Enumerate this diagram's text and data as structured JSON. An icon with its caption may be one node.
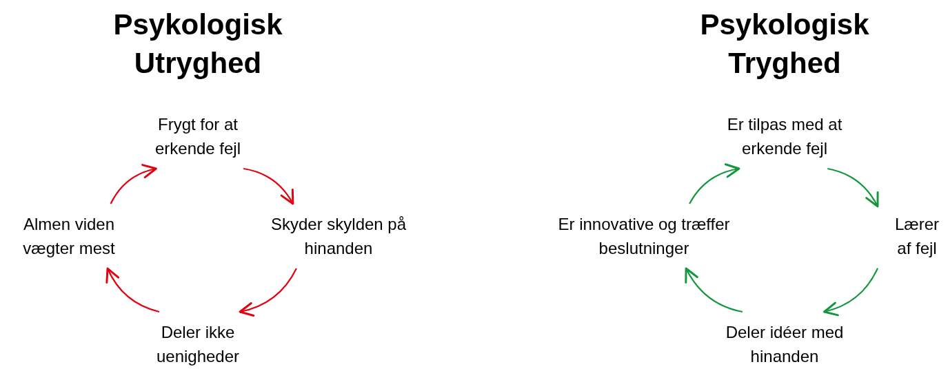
{
  "diagram": {
    "nodes": [
      {
        "text": [
          "Frygt for at erkende fejl"
        ]
      },
      {
        "text": [
          "Skyder skylden på hinanden"
        ]
      },
      {
        "text": [
          "Deler ikke uenigheder"
        ]
      },
      {
        "text": [
          "Almen viden vægter mest"
        ]
      },
      {
        "text": [
          "Er tilpas med at erkende fejl"
        ]
      },
      {
        "text": [
          "Lærer af fejl"
        ]
      },
      {
        "text": [
          "Deler idéer med hinanden"
        ]
      },
      {
        "text": [
          "Er innovative og træffer beslutninger"
        ]
      }
    ],
    "edges": [
      {
        "from": 0,
        "to": 1,
        "arrow": "to",
        "color": "#e3000f"
      },
      {
        "from": 1,
        "to": 2,
        "arrow": "to",
        "color": "#e3000f"
      },
      {
        "from": 2,
        "to": 3,
        "arrow": "to",
        "color": "#e3000f"
      },
      {
        "from": 3,
        "to": 0,
        "arrow": "to",
        "color": "#e3000f"
      },
      {
        "from": 4,
        "to": 5,
        "arrow": "to",
        "color": "#12973c"
      },
      {
        "from": 5,
        "to": 6,
        "arrow": "to",
        "color": "#12973c"
      },
      {
        "from": 6,
        "to": 7,
        "arrow": "to",
        "color": "#12973c"
      },
      {
        "from": 7,
        "to": 4,
        "arrow": "to",
        "color": "#12973c"
      }
    ],
    "labels": [
      "Psykologisk Utryghed",
      "Psykologisk Tryghed"
    ]
  }
}
